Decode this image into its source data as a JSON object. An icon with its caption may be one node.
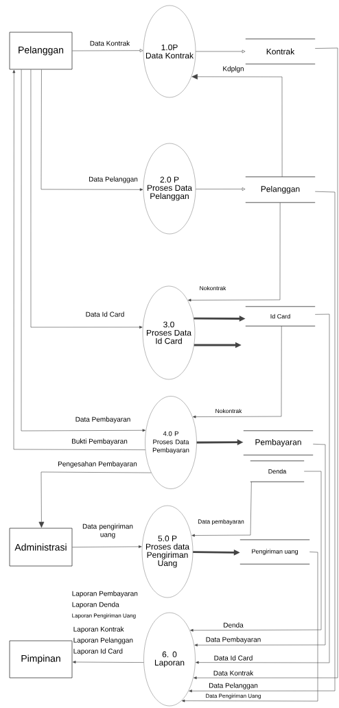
{
  "diagram": {
    "nodes": [
      {
        "text": [
          "Pelanggan"
        ]
      },
      {
        "text": [
          "1.0P",
          "Data Kontrak"
        ]
      },
      {
        "text": [
          "Kontrak"
        ]
      },
      {
        "text": [
          "2.0 P",
          "Proses Data Pelanggan"
        ]
      },
      {
        "text": [
          "Pelanggan"
        ]
      },
      {
        "text": [
          "3.0",
          "Proses Data Id Card"
        ]
      },
      {
        "text": [
          "Id Card"
        ]
      },
      {
        "text": [
          "4.0 P",
          "Proses Data Pembayaran"
        ]
      },
      {
        "text": [
          "Pembayaran"
        ]
      },
      {
        "text": [
          "Denda"
        ]
      },
      {
        "text": [
          "Administrasi"
        ]
      },
      {
        "text": [
          "5.0 P",
          "Proses data Pengiriman Uang"
        ]
      },
      {
        "text": [
          "Pengiriman uang"
        ]
      },
      {
        "text": [
          "Pimpinan"
        ]
      },
      {
        "text": [
          "6. 0",
          "Laporan"
        ]
      }
    ],
    "edges": [
      {
        "from": 0,
        "to": 1,
        "arrow": "to",
        "label": "Data Kontrak"
      },
      {
        "from": 1,
        "to": 2,
        "arrow": "to"
      },
      {
        "from": 4,
        "to": 1,
        "arrow": "to",
        "label": "Kdplgn"
      },
      {
        "from": 0,
        "to": 3,
        "arrow": "to",
        "label": "Data Pelanggan"
      },
      {
        "from": 3,
        "to": 4,
        "arrow": "to"
      },
      {
        "from": 4,
        "to": 5,
        "arrow": "to",
        "label": "Nokontrak"
      },
      {
        "from": 0,
        "to": 5,
        "arrow": "to",
        "label": "Data Id Card"
      },
      {
        "from": 5,
        "to": 6,
        "arrow": "to",
        "style": "thick"
      },
      {
        "from": 5,
        "to": null,
        "arrow": "to",
        "style": "thick"
      },
      {
        "from": 6,
        "to": 7,
        "arrow": "to",
        "label": "Nokontrak"
      },
      {
        "from": 0,
        "to": 7,
        "arrow": "to",
        "label": "Data Pembayaran"
      },
      {
        "from": 7,
        "to": 0,
        "arrow": "to",
        "label": "Bukti Pembayaran"
      },
      {
        "from": 7,
        "to": 10,
        "arrow": "to",
        "label": "Pengesahan Pembayaran"
      },
      {
        "from": 7,
        "to": 8,
        "arrow": "to",
        "style": "thick"
      },
      {
        "from": 9,
        "to": 11,
        "arrow": "to",
        "label": "Data pembayaran"
      },
      {
        "from": 10,
        "to": 11,
        "arrow": "to",
        "label": "Data pengiriman uang"
      },
      {
        "from": 11,
        "to": 12,
        "arrow": "to",
        "style": "thick"
      },
      {
        "from": 14,
        "to": 13,
        "arrow": "to"
      },
      {
        "from": 9,
        "to": 14,
        "arrow": "to",
        "label": "Denda"
      },
      {
        "from": 8,
        "to": 14,
        "arrow": "to",
        "label": "Data Pembayaran"
      },
      {
        "from": 6,
        "to": 14,
        "arrow": "to",
        "label": "Data Id Card"
      },
      {
        "from": 2,
        "to": 14,
        "arrow": "to",
        "label": "Data Kontrak"
      },
      {
        "from": 4,
        "to": 14,
        "arrow": "to",
        "label": "Data Pelanggan"
      },
      {
        "from": 12,
        "to": 14,
        "arrow": "to",
        "label": "Data Pengiriman Uang"
      }
    ],
    "labels": [
      "Laporan Pembayaran",
      "Laporan Denda",
      "Laporan Pengiriman Uang",
      "Laporan Kontrak",
      "Laporan Pelanggan",
      "Laporan Id Card"
    ]
  }
}
